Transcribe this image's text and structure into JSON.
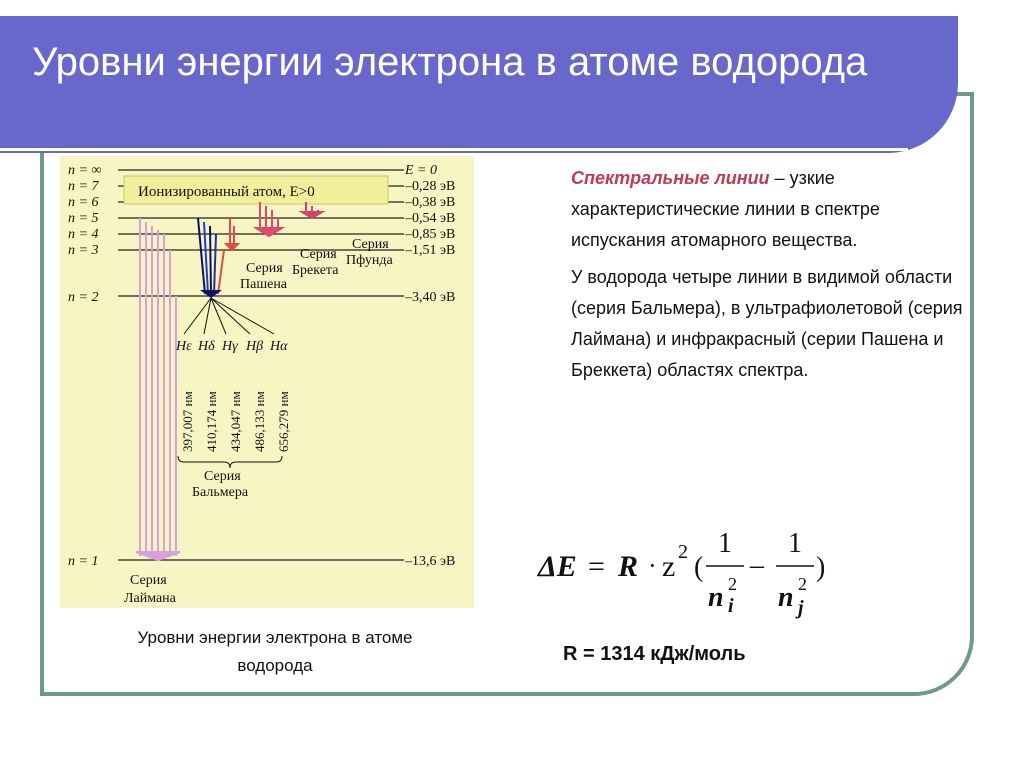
{
  "slide": {
    "title": "Уровни энергии электрона в атоме водорода",
    "caption": "Уровни энергии электрона в атоме водорода"
  },
  "diagram": {
    "ionized_label": "Ионизированный атом, E>0",
    "levels": [
      {
        "n_label": "n = ∞",
        "energy": "E = 0"
      },
      {
        "n_label": "n = 7",
        "energy": "–0,28 эВ"
      },
      {
        "n_label": "n = 6",
        "energy": "–0,38 эВ"
      },
      {
        "n_label": "n = 5",
        "energy": "–0,54 эВ"
      },
      {
        "n_label": "n = 4",
        "energy": "–0,85 эВ"
      },
      {
        "n_label": "n = 3",
        "energy": "–1,51 эВ"
      },
      {
        "n_label": "n = 2",
        "energy": "–3,40 эВ"
      },
      {
        "n_label": "n = 1",
        "energy": "–13,6 эВ"
      }
    ],
    "series": {
      "paschen": [
        "Серия",
        "Пашена"
      ],
      "brackett": [
        "Серия",
        "Брекета"
      ],
      "pfund": [
        "Серия",
        "Пфунда"
      ],
      "balmer": [
        "Серия",
        "Бальмера"
      ],
      "lyman": [
        "Серия",
        "Лаймана"
      ]
    },
    "balmer_lines": [
      "Hε",
      "Hδ",
      "Hγ",
      "Hβ",
      "Hα"
    ],
    "wavelengths": [
      "397,007 нм",
      "410,174 нм",
      "434,047 нм",
      "486,133 нм",
      "656,279 нм"
    ]
  },
  "text": {
    "term": "Спектральные линии",
    "definition": " – узкие характеристические линии в спектре испускания атомарного вещества.",
    "paragraph2": "У водорода четыре линии в видимой области (серия Бальмера), в ультрафиолетовой (серия Лаймана) и инфракрасный (серии Пашена и Бреккета) областях спектра."
  },
  "formula": {
    "delta_e": "ΔE",
    "eq": "=",
    "r": "R",
    "dot": "·",
    "z": "z",
    "sq": "2",
    "paren_open": "(",
    "one": "1",
    "minus": "–",
    "n": "n",
    "i": "i",
    "j": "j",
    "paren_close": ")"
  },
  "constant": "R = 1314 кДж/моль",
  "colors": {
    "title_bar": "#6767cc",
    "frame": "#6e9a8e",
    "diagram_bg": "#f8f5c4",
    "term": "#c03a56",
    "lyman": "#d6a0dc",
    "balmer": "#101060",
    "paschen": "#e34a4a",
    "brackett": "#e0486c"
  }
}
